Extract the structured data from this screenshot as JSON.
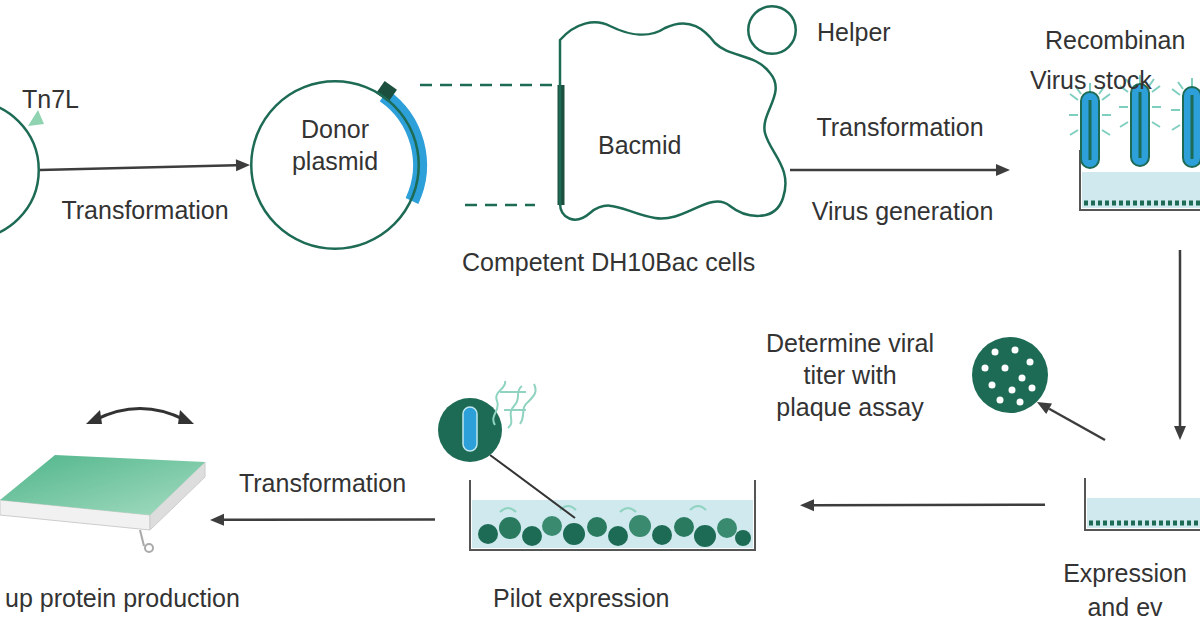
{
  "diagram": {
    "nodes": [
      {
        "text": [
          "Tn7L"
        ]
      },
      {
        "text": [
          "Donor plasmid"
        ]
      },
      {
        "text": [
          "Helper"
        ]
      },
      {
        "text": [
          "Bacmid",
          "Competent DH10Bac cells"
        ]
      },
      {
        "text": [
          "Recombinan",
          "Virus stock"
        ]
      },
      {
        "text": [
          "Expression and ev"
        ]
      },
      {
        "text": [
          "Determine viral titer with plaque assay"
        ]
      },
      {
        "text": [
          "Pilot expression"
        ]
      },
      {
        "text": [
          "up protein production"
        ]
      }
    ],
    "edges": [
      {
        "from": 0,
        "to": 1,
        "arrow": "to",
        "label": "Transformation"
      },
      {
        "from": 1,
        "to": 3,
        "arrow": "none"
      },
      {
        "from": 3,
        "to": 4,
        "arrow": "to",
        "label": "Transformation"
      },
      {
        "from": 4,
        "to": 5,
        "arrow": "to"
      },
      {
        "from": 5,
        "to": 6,
        "arrow": "to"
      },
      {
        "from": 5,
        "to": 7,
        "arrow": "to"
      },
      {
        "from": 7,
        "to": 8,
        "arrow": "to",
        "label": "Transformation"
      }
    ],
    "labels": [
      "Virus generation"
    ]
  }
}
